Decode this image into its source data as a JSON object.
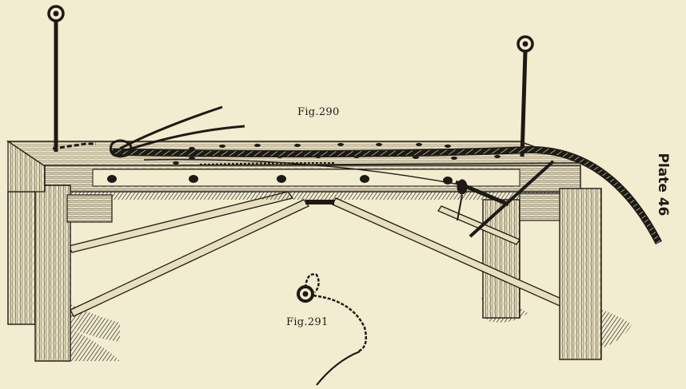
{
  "figures": {
    "fig290_label": "Fig.290",
    "fig291_label": "Fig.291"
  },
  "plate": {
    "label": "Plate 46"
  },
  "colors": {
    "paper": "#f2ecd0",
    "ink": "#1d1a14",
    "wood": "#e8dfbf"
  }
}
